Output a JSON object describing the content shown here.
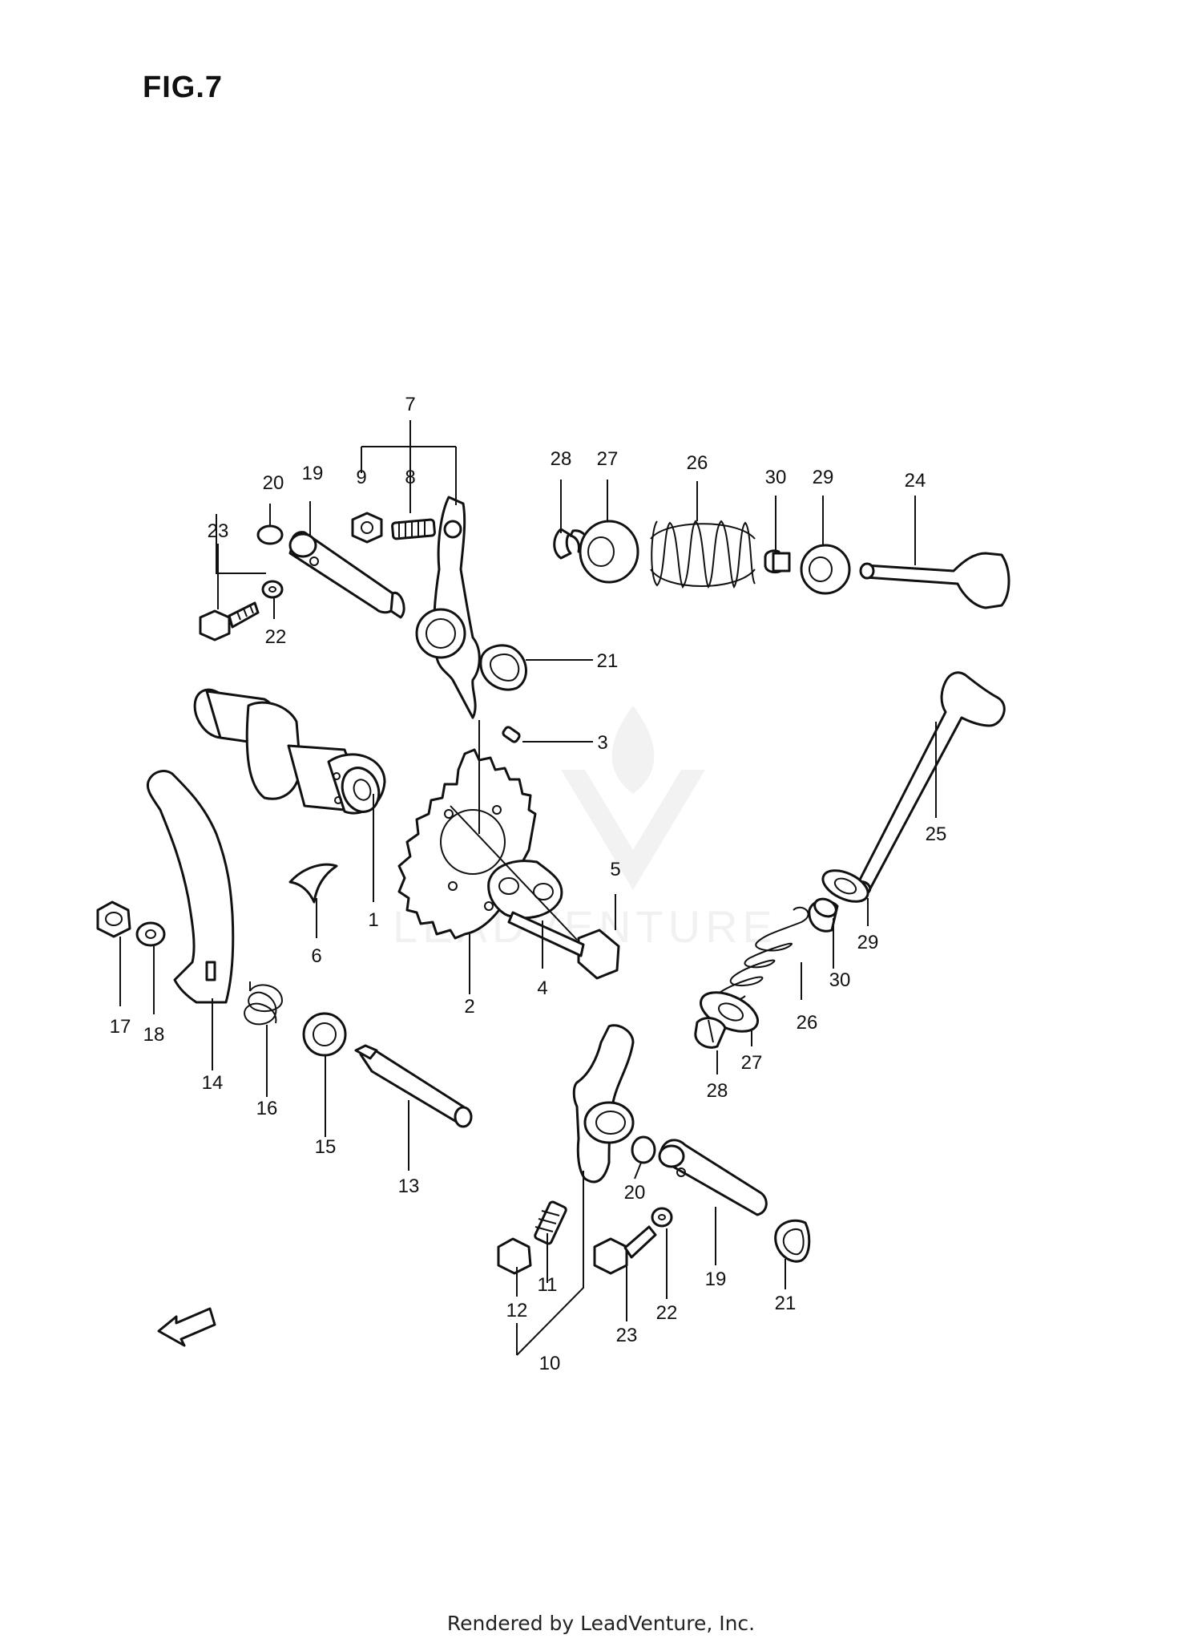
{
  "figure": {
    "title": "FIG.7"
  },
  "watermark": {
    "text": "LEADVENTURE"
  },
  "fwd_label": "FWD",
  "footer": "Rendered by LeadVenture, Inc.",
  "callouts": [
    "1",
    "2",
    "3",
    "4",
    "5",
    "6",
    "7",
    "8",
    "9",
    "10",
    "11",
    "12",
    "13",
    "14",
    "15",
    "16",
    "17",
    "18",
    "19",
    "20",
    "21",
    "22",
    "23",
    "24",
    "25",
    "26",
    "27",
    "28",
    "29",
    "30",
    "19",
    "20",
    "21",
    "22",
    "23",
    "26",
    "27",
    "28",
    "29",
    "30"
  ]
}
